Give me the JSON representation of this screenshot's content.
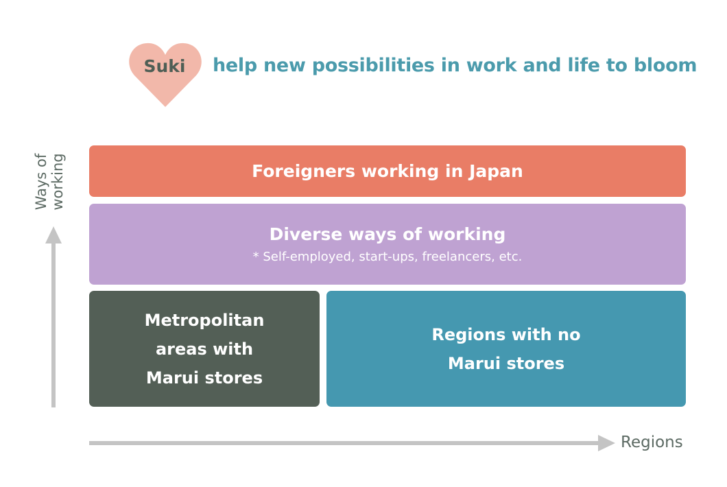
{
  "header": {
    "logo_text": "Suki",
    "tagline": "help new possibilities in work and life to bloom",
    "colors": {
      "heart": "#f2b8aa",
      "logo_text": "#4e5e55",
      "tagline": "#4b9bac"
    }
  },
  "axes": {
    "y_label_line1": "Ways of",
    "y_label_line2": "working",
    "x_label": "Regions"
  },
  "boxes": {
    "foreigners": {
      "title": "Foreigners working in Japan",
      "color": "#e97d66"
    },
    "diverse": {
      "title": "Diverse ways of working",
      "note": "* Self-employed, start-ups, freelancers, etc.",
      "color": "#bfa2d2"
    },
    "metro": {
      "line1": "Metropolitan",
      "line2": "areas with",
      "line3": "Marui stores",
      "color": "#535f56"
    },
    "regions": {
      "line1": "Regions with no",
      "line2": "Marui stores",
      "color": "#4598b0"
    }
  }
}
